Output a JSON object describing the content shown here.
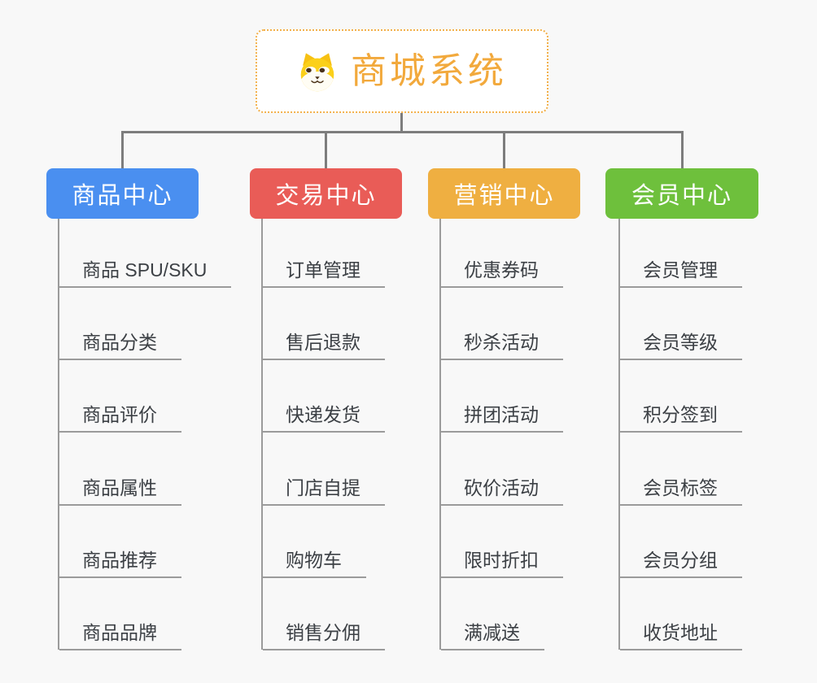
{
  "root": {
    "title": "商城系统",
    "icon": "shiba-dog-icon",
    "title_color": "#F2A93C",
    "border_color": "#F2B04A"
  },
  "colors": {
    "background": "#f8f8f8",
    "connector": "#7d7d7d",
    "leaf_line": "#9b9b9b",
    "leaf_text": "#3c4045"
  },
  "branches": [
    {
      "label": "商品中心",
      "color": "#4A8FF0",
      "items": [
        "商品 SPU/SKU",
        "商品分类",
        "商品评价",
        "商品属性",
        "商品推荐",
        "商品品牌"
      ]
    },
    {
      "label": "交易中心",
      "color": "#E95C57",
      "items": [
        "订单管理",
        "售后退款",
        "快递发货",
        "门店自提",
        "购物车",
        "销售分佣"
      ]
    },
    {
      "label": "营销中心",
      "color": "#EFAF41",
      "items": [
        "优惠券码",
        "秒杀活动",
        "拼团活动",
        "砍价活动",
        "限时折扣",
        "满减送"
      ]
    },
    {
      "label": "会员中心",
      "color": "#6EC03C",
      "items": [
        "会员管理",
        "会员等级",
        "积分签到",
        "会员标签",
        "会员分组",
        "收货地址"
      ]
    }
  ]
}
